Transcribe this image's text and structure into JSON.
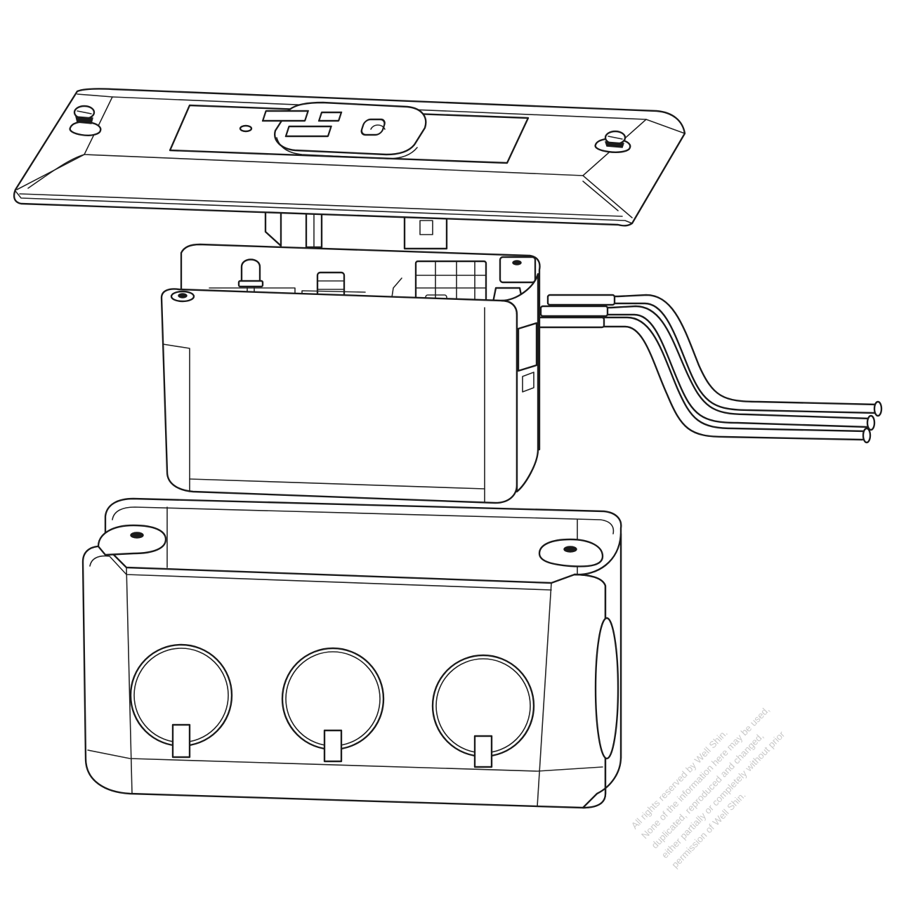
{
  "watermark": {
    "lines": [
      "All rights reserved by Well Shin.",
      "None of the information here may be used,",
      "duplicated, reproduced and changed,",
      "either partially or completely without prior",
      "permission of Well Shin."
    ]
  },
  "colors": {
    "line": "#1a1a1a",
    "fill": "#ffffff",
    "watermark": "#c8c8c8"
  }
}
